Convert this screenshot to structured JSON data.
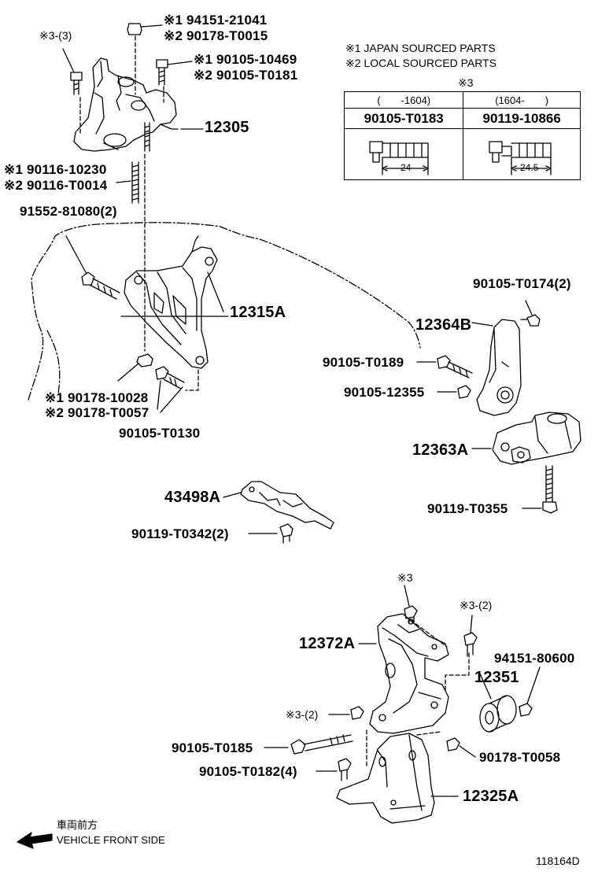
{
  "legend": {
    "note1": "※1 JAPAN SOURCED PARTS",
    "note2": "※2 LOCAL SOURCED PARTS",
    "table_mark": "※3"
  },
  "spec_table": {
    "columns": [
      {
        "range": "(  -1604)",
        "part": "90105-T0183",
        "length": "24"
      },
      {
        "range": "(1604-  )",
        "part": "90119-10866",
        "length": "24.5"
      }
    ]
  },
  "labels": {
    "p_94151_21041": "※1 94151-21041",
    "p_90178_T0015": "※2 90178-T0015",
    "p_mark3_3": "※3-(3)",
    "p_90105_10469": "※1 90105-10469",
    "p_90105_T0181": "※2 90105-T0181",
    "p_12305": "12305",
    "p_90116_10230": "※1 90116-10230",
    "p_90116_T0014": "※2 90116-T0014",
    "p_91552_81080": "91552-81080(2)",
    "p_12315A": "12315A",
    "p_90178_10028": "※1 90178-10028",
    "p_90178_T0057": "※2 90178-T0057",
    "p_90105_T0130": "90105-T0130",
    "p_90105_T0174": "90105-T0174(2)",
    "p_12364B": "12364B",
    "p_90105_T0189": "90105-T0189",
    "p_90105_12355": "90105-12355",
    "p_12363A": "12363A",
    "p_90119_T0355": "90119-T0355",
    "p_43498A": "43498A",
    "p_90119_T0342": "90119-T0342(2)",
    "p_mark3": "※3",
    "p_mark3_2a": "※3-(2)",
    "p_12372A": "12372A",
    "p_94151_80600": "94151-80600",
    "p_12351": "12351",
    "p_mark3_2b": "※3-(2)",
    "p_90105_T0185": "90105-T0185",
    "p_90178_T0058": "90178-T0058",
    "p_90105_T0182": "90105-T0182(4)",
    "p_12325A": "12325A"
  },
  "direction": {
    "jp": "車両前方",
    "en": "VEHICLE FRONT SIDE"
  },
  "diagram_id": "118164D"
}
